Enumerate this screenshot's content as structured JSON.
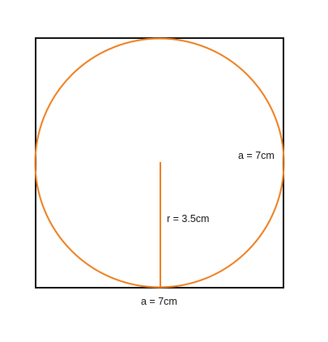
{
  "diagram": {
    "labels": {
      "side_right": "a = 7cm",
      "radius": "r = 3.5cm",
      "side_bottom": "a = 7cm"
    },
    "values": {
      "side_length_cm": 7,
      "radius_cm": 3.5
    },
    "colors": {
      "square_stroke": "#111111",
      "circle_stroke": "#ee7d1a",
      "radius_stroke": "#ee7d1a",
      "background": "#ffffff"
    }
  }
}
